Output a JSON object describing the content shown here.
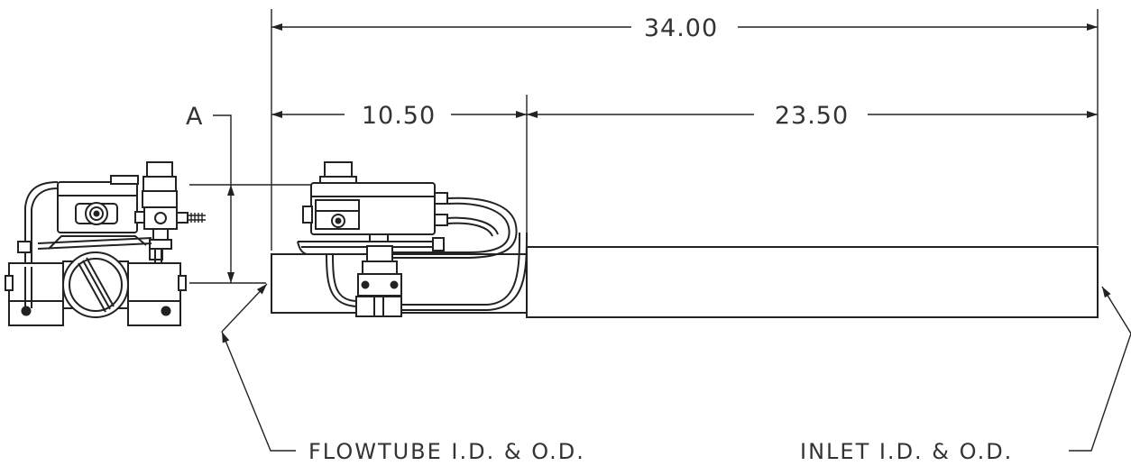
{
  "dimensions": {
    "overall": "34.00",
    "sensor_section": "10.50",
    "inlet_section": "23.50",
    "height_label": "A"
  },
  "callouts": {
    "flowtube": "FLOWTUBE I.D. & O.D.",
    "inlet": "INLET I.D. & O.D."
  }
}
